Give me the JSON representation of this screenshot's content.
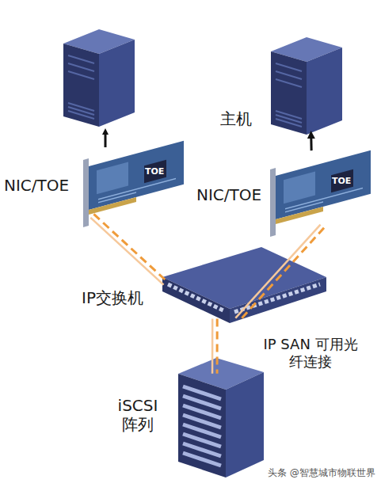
{
  "diagram": {
    "nodes": [
      {
        "text": [
          "NIC/TOE",
          "TOE"
        ]
      },
      {
        "text": [
          "主机"
        ]
      },
      {
        "text": [
          "NIC/TOE",
          "TOE"
        ]
      },
      {
        "text": [
          "IP交换机"
        ]
      },
      {
        "text": [
          "iSCSI 阵列"
        ]
      }
    ],
    "edges": [
      {
        "from": 2,
        "to": 1,
        "arrow": "to"
      },
      {
        "from": 0,
        "to": 3,
        "arrow": "none"
      },
      {
        "from": 2,
        "to": 3,
        "arrow": "none"
      },
      {
        "from": 3,
        "to": 4,
        "arrow": "none"
      }
    ],
    "labels": [
      "IP SAN 可用光纤连接",
      "头条 @智慧城市物联世界"
    ]
  }
}
